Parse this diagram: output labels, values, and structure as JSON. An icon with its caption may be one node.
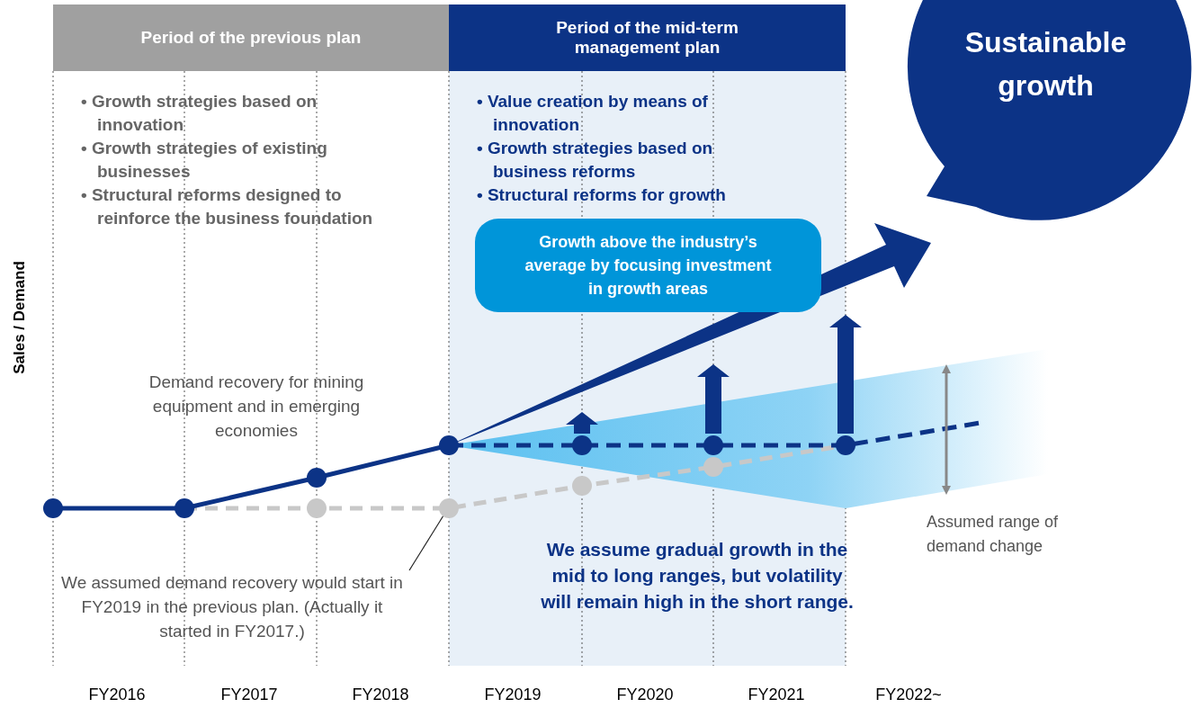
{
  "diagram": {
    "nodes": [
      {
        "text": [
          "Period of the previous plan"
        ]
      },
      {
        "text": [
          "Period of the mid-term management plan"
        ]
      },
      {
        "text": [
          "Sustainable growth"
        ]
      },
      {
        "text": [
          "Growth above the industry’s average by focusing investment in growth areas"
        ]
      },
      {
        "text": [
          "We assumed demand recovery would start in FY2019 in the previous plan. (Actually it started in FY2017.)"
        ]
      },
      {
        "text": [],
        "shape": "circle"
      }
    ],
    "edges": [
      {
        "from": 4,
        "to": 5,
        "arrow": "none"
      }
    ],
    "labels": [
      "• Growth strategies based on innovation",
      "• Growth strategies of existing businesses",
      "• Structural reforms designed to reinforce the business foundation",
      "• Value creation by means of innovation",
      "• Growth strategies based on business reforms",
      "• Structural reforms for growth",
      "Sales / Demand",
      "Demand recovery for mining equipment and in emerging economies",
      "Assumed range of demand change",
      "We assume gradual growth in the mid to long ranges, but volatility will remain high in the short range.",
      "FY2016",
      "FY2017",
      "FY2018",
      "FY2019",
      "FY2020",
      "FY2021",
      "FY2022~"
    ]
  }
}
